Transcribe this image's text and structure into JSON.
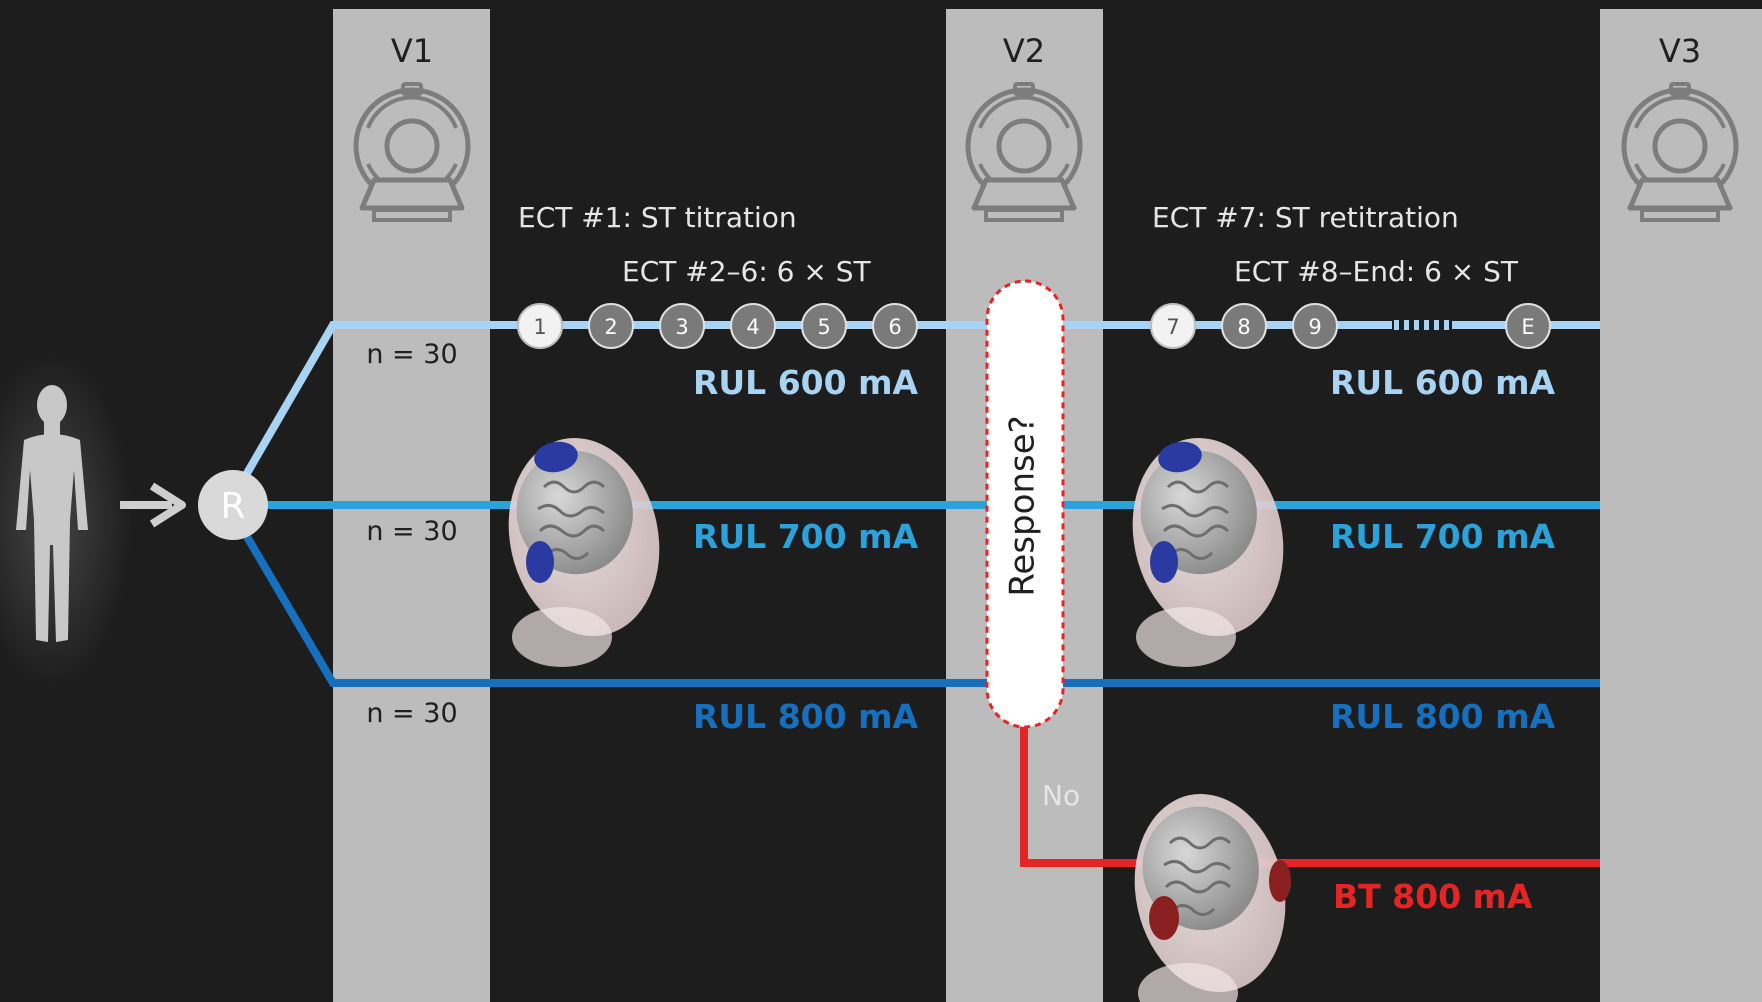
{
  "visits": [
    "V1",
    "V2",
    "V3"
  ],
  "n_counts": [
    "n = 30",
    "n = 30",
    "n = 30"
  ],
  "randomize_label": "R",
  "phase1": {
    "title": "ECT #1: ST titration",
    "subtitle": "ECT #2–6: 6 × ST",
    "sessions": [
      "1",
      "2",
      "3",
      "4",
      "5",
      "6"
    ]
  },
  "phase2": {
    "title": "ECT #7: ST retitration",
    "subtitle": "ECT #8–End: 6 × ST",
    "sessions": [
      "7",
      "8",
      "9",
      "E"
    ]
  },
  "arms": [
    {
      "label": "RUL 600 mA",
      "color": "#a9d3f2"
    },
    {
      "label": "RUL 700 mA",
      "color": "#2aa2dc"
    },
    {
      "label": "RUL 800 mA",
      "color": "#1670c0"
    }
  ],
  "decision": {
    "label": "Response?",
    "no_label": "No"
  },
  "rescue_arm": {
    "label": "BT 800 mA",
    "color": "#e52424"
  },
  "colors": {
    "background": "#1d1d1d",
    "visit_column": "#bcbcbd",
    "icon": "#7d7d7d",
    "session_fill": "#7a7a7a",
    "session_first_fill": "#f2f2f2"
  },
  "icons": [
    "mri-scanner-icon",
    "human-figure-icon",
    "brain-electrode-icon"
  ]
}
